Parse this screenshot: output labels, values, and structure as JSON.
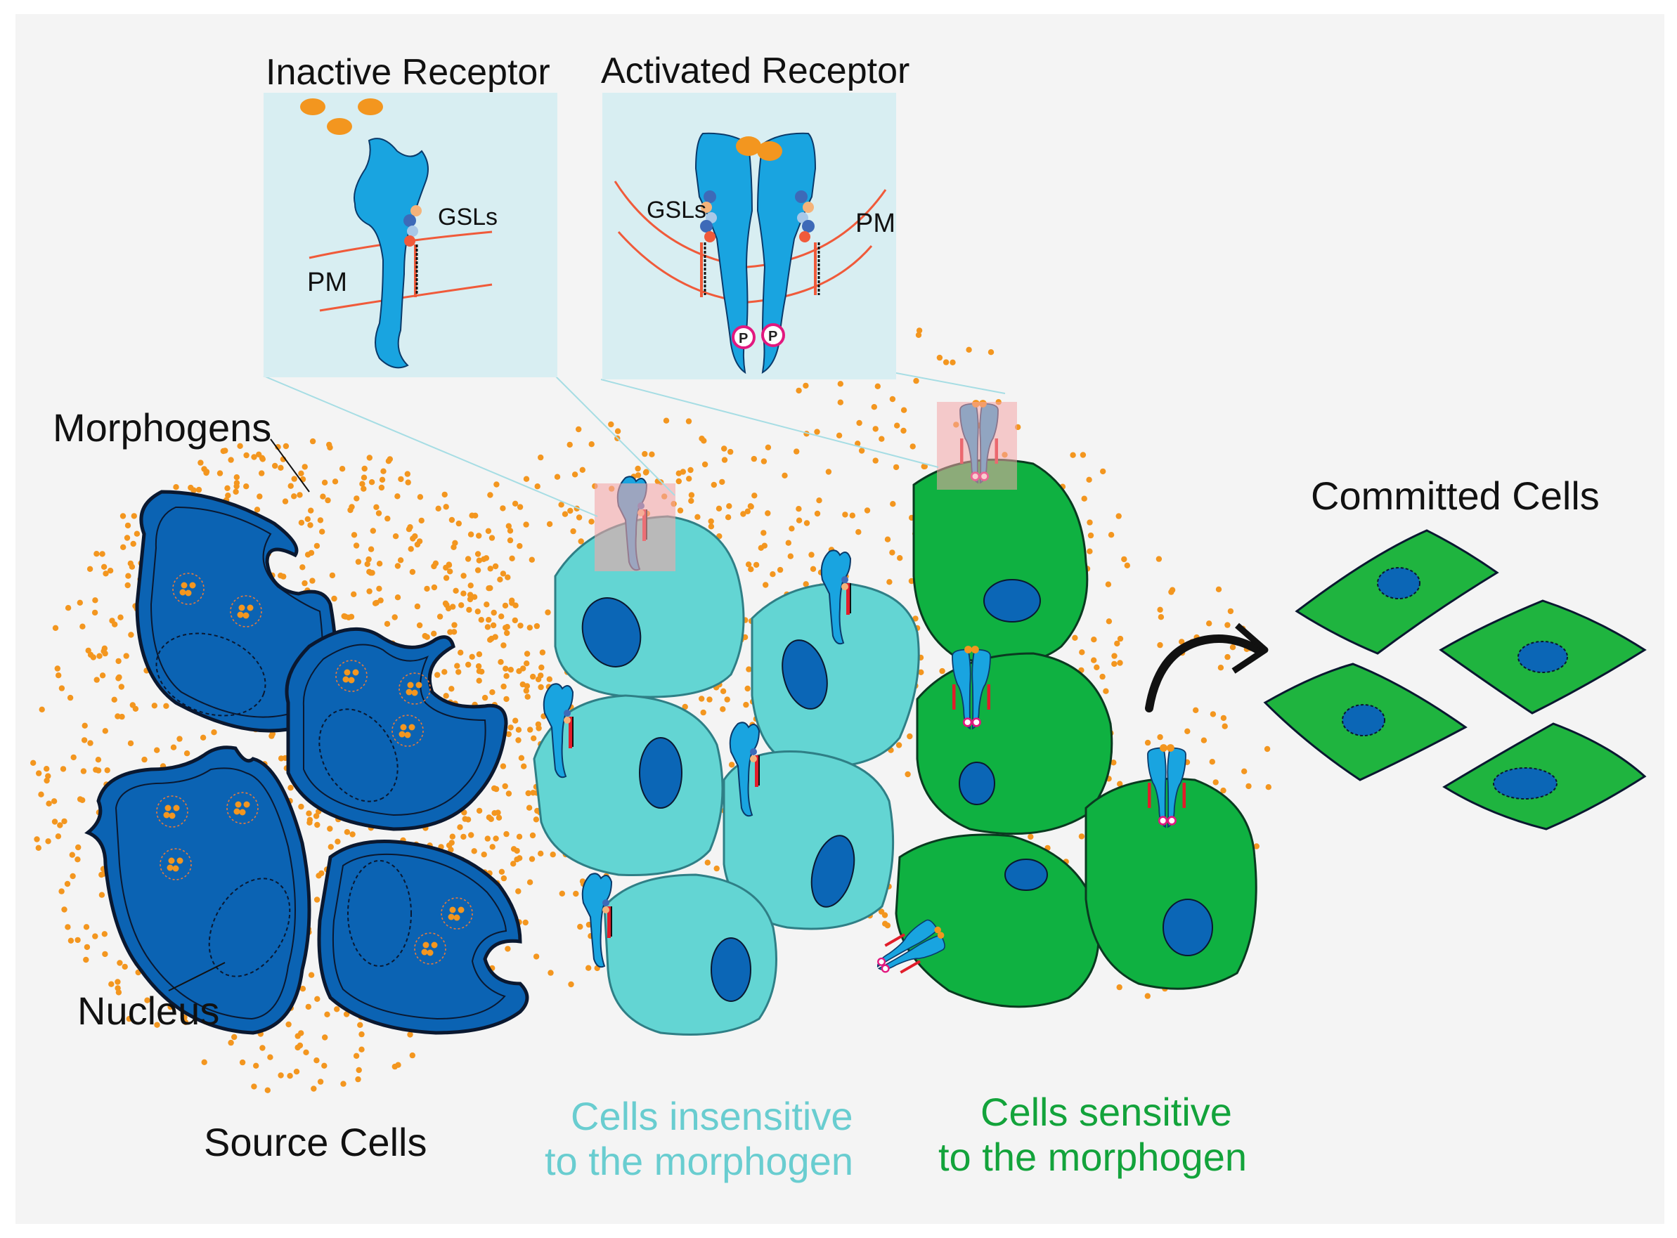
{
  "colors": {
    "background": "#f4f4f4",
    "source_cell": "#0b63b3",
    "insensitive_cell": "#63d5d3",
    "sensitive_cell": "#0fb141",
    "committed_cell": "#1fb43f",
    "nucleus": "#0b66b6",
    "receptor": "#19a4e0",
    "morphogen": "#f3961f",
    "membrane_line": "#f05a3a",
    "inset_bg": "#d8eef2",
    "insensitive_text": "#69cdd0",
    "sensitive_text": "#13a33b",
    "phospho_ring": "#e2187f"
  },
  "labels": {
    "inactive_receptor": "Inactive Receptor",
    "activated_receptor": "Activated Receptor",
    "gsls_inactive": "GSLs",
    "gsls_active": "GSLs",
    "pm_inactive": "PM",
    "pm_active": "PM",
    "p1": "P",
    "p2": "P",
    "morphogens": "Morphogens",
    "nucleus": "Nucleus",
    "source_cells": "Source Cells",
    "insensitive_line1": "Cells insensitive",
    "insensitive_line2": "to the morphogen",
    "sensitive_line1": "Cells sensitive",
    "sensitive_line2": "to the morphogen",
    "committed_cells": "Committed Cells"
  }
}
